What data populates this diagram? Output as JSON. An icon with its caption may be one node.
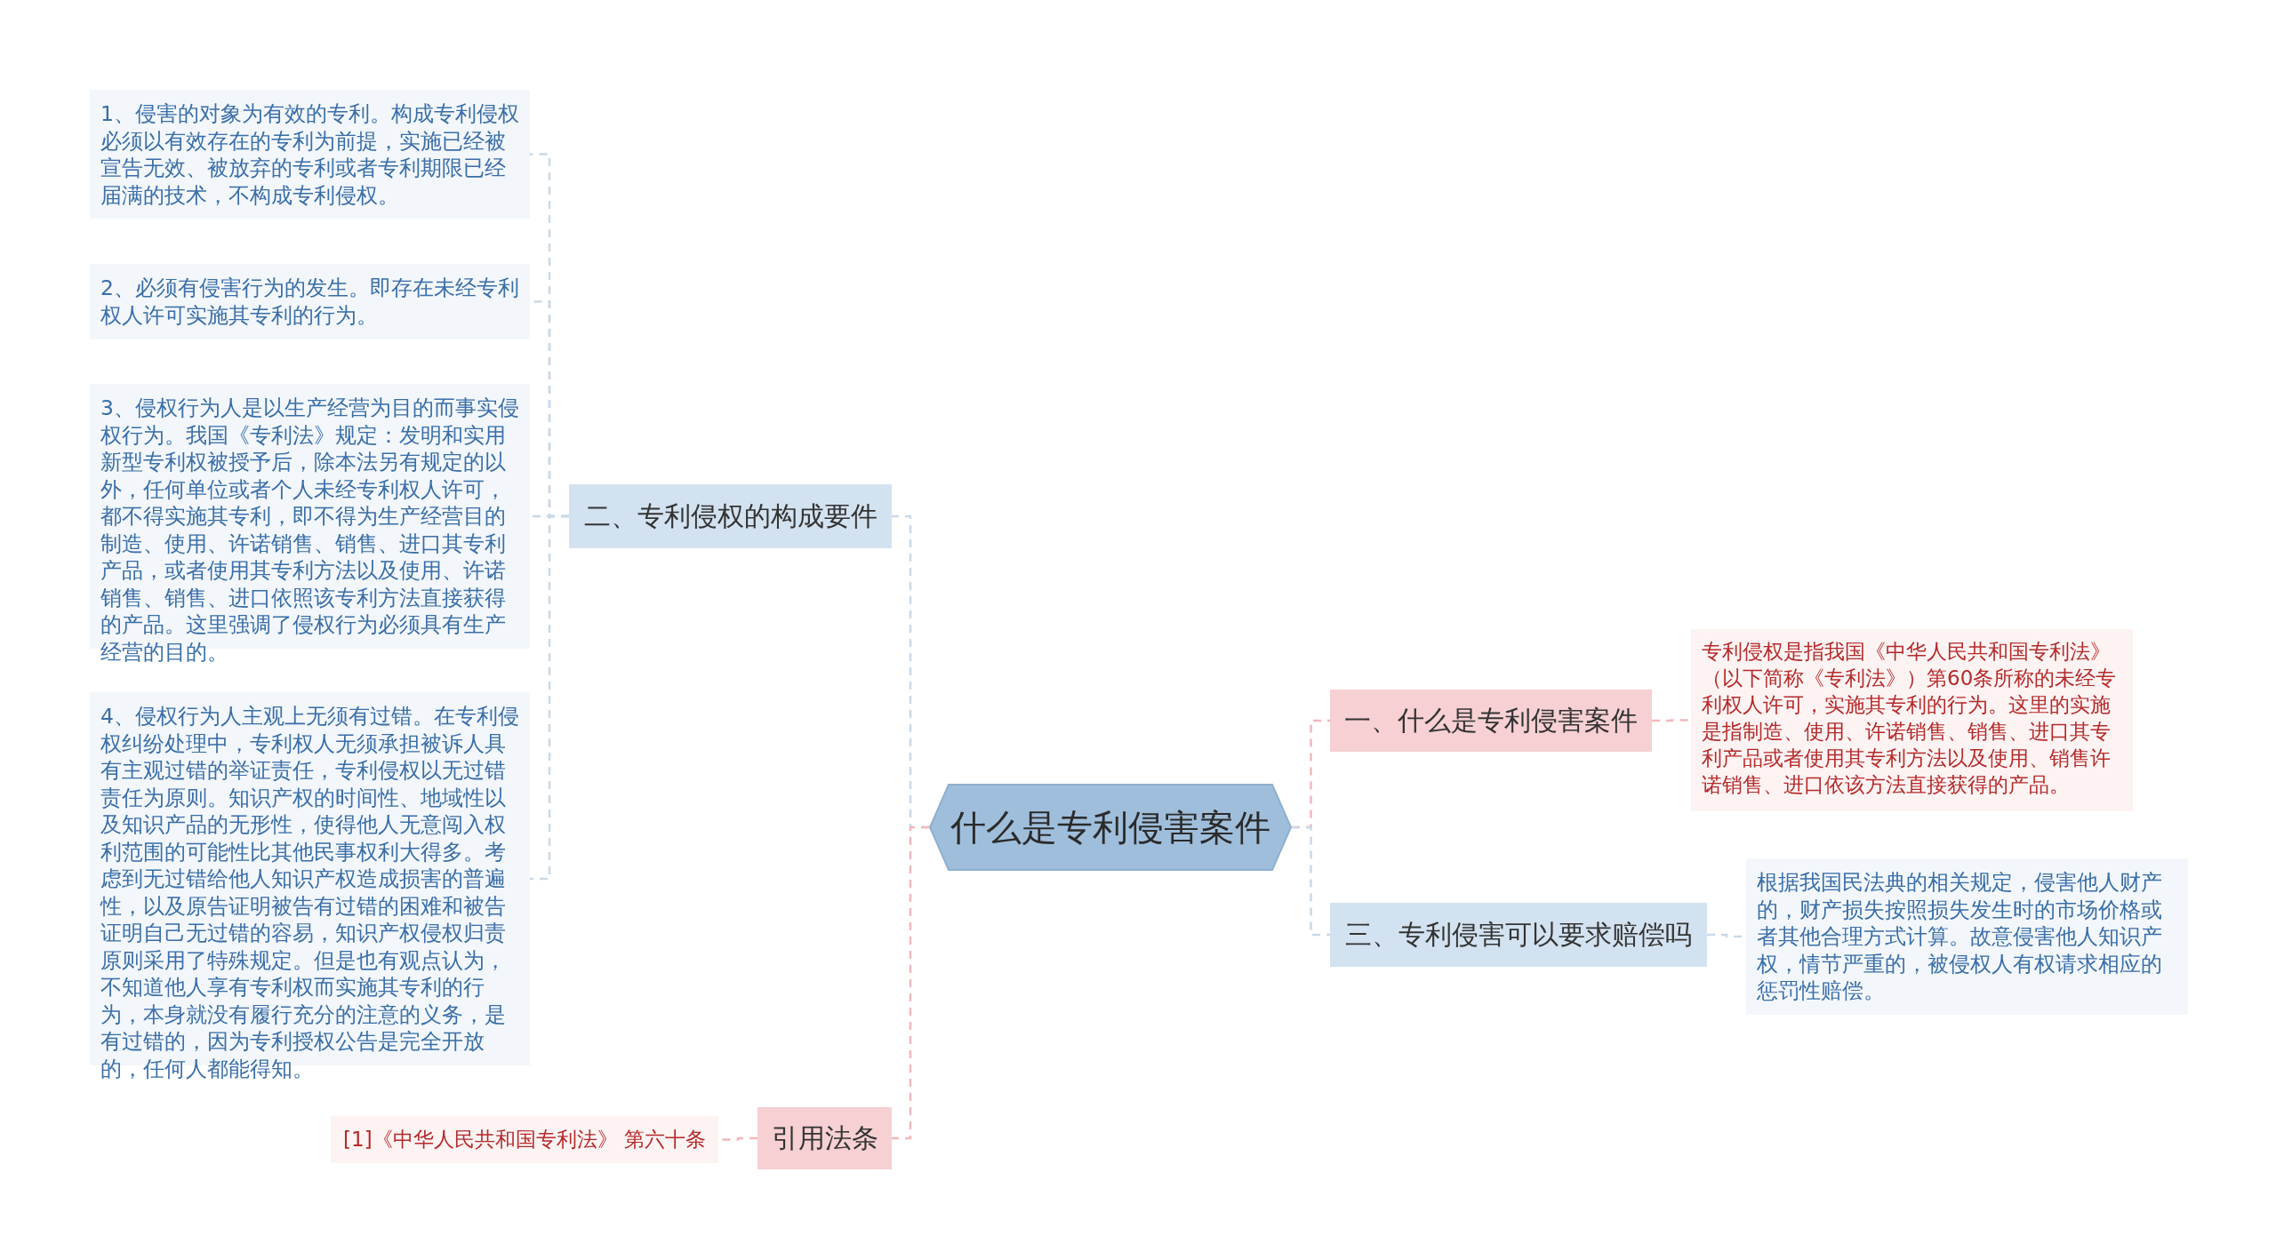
{
  "diagram": {
    "nodes": [
      {
        "text": [
          "什么是专利侵害案件"
        ]
      },
      {
        "text": [
          "一、什么是专利侵害案件"
        ]
      },
      {
        "text": [
          "专利侵权是指我国《中华人民共和国专利法》（以下简称《专利法》）第60条所称的未经专利权人许可，实施其专利的行为。这里的实施是指制造、使用、许诺销售、销售、进口其专利产品或者使用其专利方法以及使用、销售许诺销售、进口依该方法直接获得的产品。"
        ]
      },
      {
        "text": [
          "三、专利侵害可以要求赔偿吗"
        ]
      },
      {
        "text": [
          "根据我国民法典的相关规定，侵害他人财产的，财产损失按照损失发生时的市场价格或者其他合理方式计算。故意侵害他人知识产权，情节严重的，被侵权人有权请求相应的惩罚性赔偿。"
        ]
      },
      {
        "text": [
          "二、专利侵权的构成要件"
        ]
      },
      {
        "text": [
          "1、侵害的对象为有效的专利。构成专利侵权必须以有效存在的专利为前提，实施已经被宣告无效、被放弃的专利或者专利期限已经届满的技术，不构成专利侵权。"
        ]
      },
      {
        "text": [
          "2、必须有侵害行为的发生。即存在未经专利权人许可实施其专利的行为。"
        ]
      },
      {
        "text": [
          "3、侵权行为人是以生产经营为目的而事实侵权行为。我国《专利法》规定：发明和实用新型专利权被授予后，除本法另有规定的以外，任何单位或者个人未经专利权人许可，都不得实施其专利，即不得为生产经营目的制造、使用、许诺销售、销售、进口其专利产品，或者使用其专利方法以及使用、许诺销售、销售、进口依照该专利方法直接获得的产品。这里强调了侵权行为必须具有生产经营的目的。"
        ]
      },
      {
        "text": [
          "4、侵权行为人主观上无须有过错。在专利侵权纠纷处理中，专利权人无须承担被诉人具有主观过错的举证责任，专利侵权以无过错责任为原则。知识产权的时间性、地域性以及知识产品的无形性，使得他人无意闯入权利范围的可能性比其他民事权利大得多。考虑到无过错给他人知识产权造成损害的普遍性，以及原告证明被告有过错的困难和被告证明自己无过错的容易，知识产权侵权归责原则采用了特殊规定。但是也有观点认为，不知道他人享有专利权而实施其专利的行为，本身就没有履行充分的注意的义务，是有过错的，因为专利授权公告是完全开放的，任何人都能得知。"
        ]
      },
      {
        "text": [
          "引用法条"
        ]
      },
      {
        "text": [
          "[1]《中华人民共和国专利法》 第六十条"
        ]
      }
    ],
    "edges": [
      {
        "from": 0,
        "to": 1,
        "arrow": "none",
        "style": "dashed",
        "color": "#f2b8bd"
      },
      {
        "from": 1,
        "to": 2,
        "arrow": "none",
        "style": "dashed",
        "color": "#f2b8bd"
      },
      {
        "from": 0,
        "to": 3,
        "arrow": "none",
        "style": "dashed"
      },
      {
        "from": 3,
        "to": 4,
        "arrow": "none",
        "style": "dashed"
      },
      {
        "from": 0,
        "to": 5,
        "arrow": "none",
        "style": "dashed"
      },
      {
        "from": 5,
        "to": 6,
        "arrow": "none",
        "style": "dashed"
      },
      {
        "from": 5,
        "to": 7,
        "arrow": "none",
        "style": "dashed"
      },
      {
        "from": 5,
        "to": 8,
        "arrow": "none",
        "style": "dashed"
      },
      {
        "from": 5,
        "to": 9,
        "arrow": "none",
        "style": "dashed"
      },
      {
        "from": 0,
        "to": 10,
        "arrow": "none",
        "style": "dashed",
        "color": "#f2b8bd"
      },
      {
        "from": 10,
        "to": 11,
        "arrow": "none",
        "style": "dashed",
        "color": "#f2b8bd"
      }
    ]
  }
}
